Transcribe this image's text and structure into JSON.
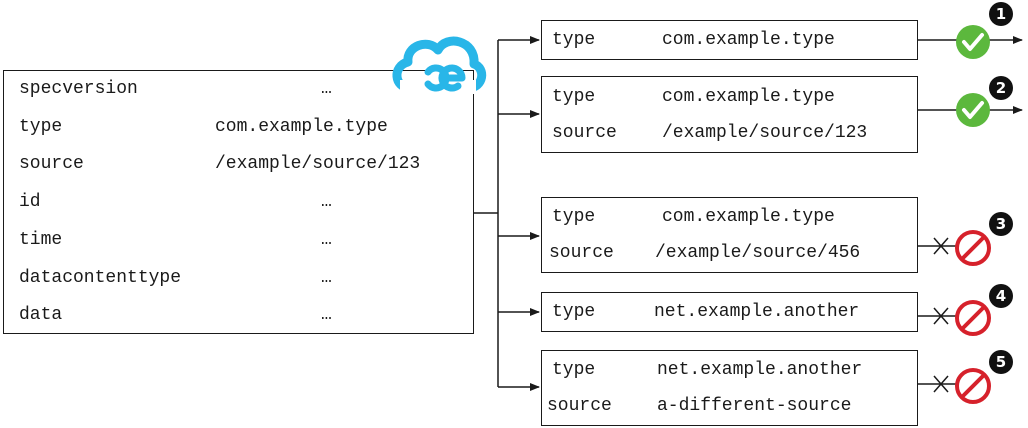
{
  "event": {
    "attributes": [
      {
        "name": "specversion",
        "value": "…"
      },
      {
        "name": "type",
        "value": "com.example.type"
      },
      {
        "name": "source",
        "value": "/example/source/123"
      },
      {
        "name": "id",
        "value": "…"
      },
      {
        "name": "time",
        "value": "…"
      },
      {
        "name": "datacontenttype",
        "value": "…"
      },
      {
        "name": "data",
        "value": "…"
      }
    ]
  },
  "filters": [
    {
      "number": "1",
      "result": "match",
      "rows": [
        {
          "key": "type",
          "value": "com.example.type"
        }
      ]
    },
    {
      "number": "2",
      "result": "match",
      "rows": [
        {
          "key": "type",
          "value": "com.example.type"
        },
        {
          "key": "source",
          "value": "/example/source/123"
        }
      ]
    },
    {
      "number": "3",
      "result": "reject",
      "rows": [
        {
          "key": "type",
          "value": "com.example.type"
        },
        {
          "key": "source",
          "value": "/example/source/456"
        }
      ]
    },
    {
      "number": "4",
      "result": "reject",
      "rows": [
        {
          "key": "type",
          "value": "net.example.another"
        }
      ]
    },
    {
      "number": "5",
      "result": "reject",
      "rows": [
        {
          "key": "type",
          "value": "net.example.another"
        },
        {
          "key": "source",
          "value": "a-different-source"
        }
      ]
    }
  ],
  "colors": {
    "match": "#5cb83d",
    "reject": "#d6212b",
    "logo": "#29b6e8",
    "line": "#1a1a1a"
  }
}
